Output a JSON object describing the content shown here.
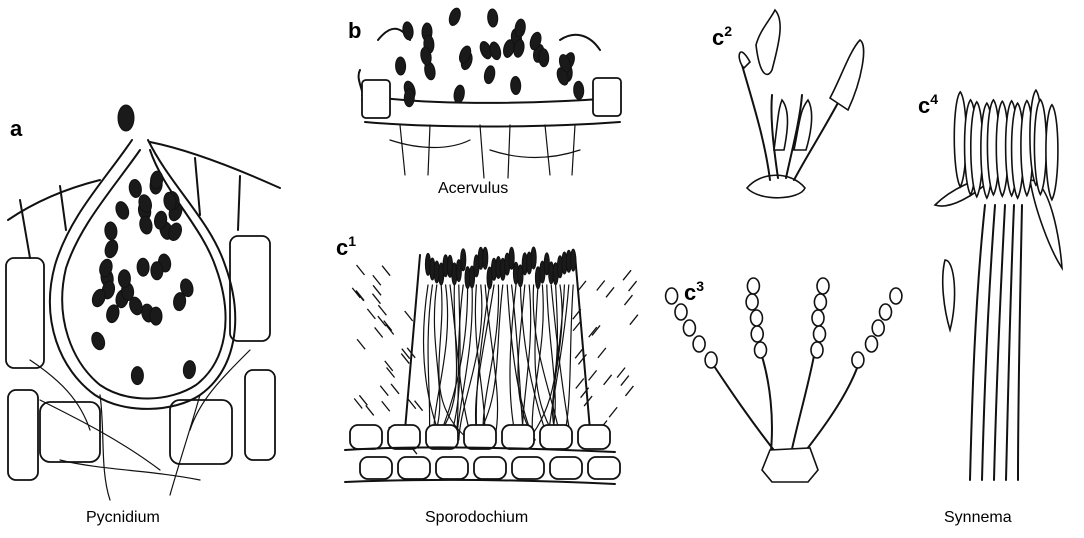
{
  "panels": {
    "a": {
      "letter": "a",
      "sup": "",
      "caption": "Pycnidium"
    },
    "b": {
      "letter": "b",
      "sup": "",
      "caption": "Acervulus"
    },
    "c1": {
      "letter": "c",
      "sup": "1",
      "caption": "Sporodochium"
    },
    "c2": {
      "letter": "c",
      "sup": "2",
      "caption": ""
    },
    "c3": {
      "letter": "c",
      "sup": "3",
      "caption": ""
    },
    "c4": {
      "letter": "c",
      "sup": "4",
      "caption": "Synnema"
    }
  },
  "colors": {
    "ink": "#111111",
    "background": "#ffffff"
  }
}
